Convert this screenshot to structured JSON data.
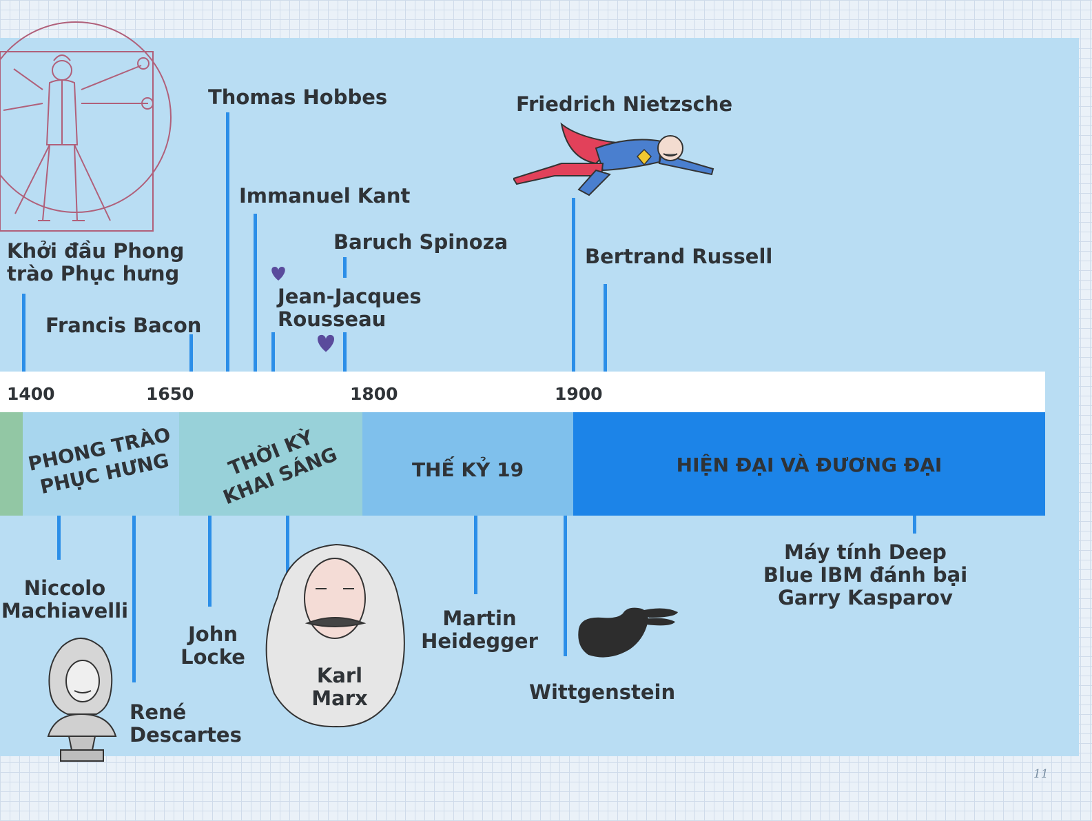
{
  "colors": {
    "background_grid": "#eaf1f8",
    "panel": "#b9ddf3",
    "connector_line": "#2b8ee8",
    "axis_band": "#ffffff",
    "text": "#2f3337",
    "era_renaissance": "#a8d6ee",
    "era_enlightenment": "#98d1d9",
    "era_19th_century": "#7fc0ec",
    "era_modern": "#1c84e8",
    "era_start_accent": "#92c7a4",
    "heart": "#5a4b9c"
  },
  "axis": {
    "ticks": [
      "1400",
      "1650",
      "1800",
      "1900"
    ]
  },
  "eras": {
    "renaissance": "PHONG TRÀO\nPHỤC HƯNG",
    "enlightenment": "THỜI KỲ\nKHAI SÁNG",
    "nineteenth_century": "THẾ KỶ 19",
    "modern": "HIỆN ĐẠI VÀ ĐƯƠNG ĐẠI"
  },
  "events_above": {
    "renaissance_start": "Khởi đầu Phong\ntrào Phục hưng",
    "bacon": "Francis Bacon",
    "hobbes": "Thomas Hobbes",
    "kant": "Immanuel Kant",
    "spinoza": "Baruch Spinoza",
    "rousseau": "Jean-Jacques\nRousseau",
    "nietzsche": "Friedrich Nietzsche",
    "russell": "Bertrand Russell"
  },
  "events_below": {
    "machiavelli": "Niccolo\nMachiavelli",
    "descartes": "René\nDescartes",
    "locke": "John\nLocke",
    "marx": "Karl\nMarx",
    "heidegger": "Martin\nHeidegger",
    "wittgenstein": "Wittgenstein",
    "deep_blue": "Máy tính Deep\nBlue IBM đánh bại\nGarry Kasparov"
  },
  "illustrations": [
    "vitruvian-man-icon",
    "superhero-nietzsche-icon",
    "heart-icon",
    "descartes-bust-icon",
    "karl-marx-portrait-icon",
    "duck-rabbit-icon"
  ],
  "page_number": "11"
}
